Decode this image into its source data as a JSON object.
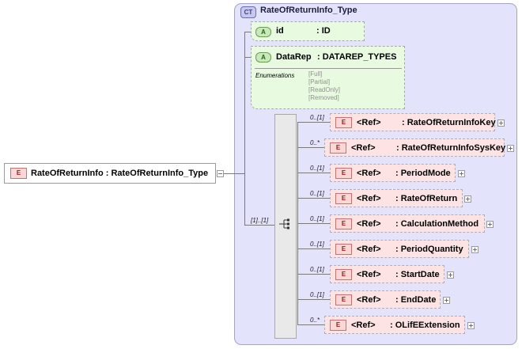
{
  "complex_type": {
    "badge": "CT",
    "name": "RateOfReturnInfo_Type"
  },
  "root_element": {
    "badge": "E",
    "label": "RateOfReturnInfo : RateOfReturnInfo_Type"
  },
  "attributes": [
    {
      "badge": "A",
      "name": "id",
      "type": ": ID"
    },
    {
      "badge": "A",
      "name": "DataRep",
      "type": ": DATAREP_TYPES",
      "enum_label": "Enumerations",
      "enumerations": [
        "[Full]",
        "[Partial]",
        "[ReadOnly]",
        "[Removed]"
      ]
    }
  ],
  "sequence": {
    "cardinality": "[1]..[1]"
  },
  "children": [
    {
      "badge": "E",
      "ref": "<Ref>",
      "name": ": RateOfReturnInfoKey",
      "cardinality": "0..[1]"
    },
    {
      "badge": "E",
      "ref": "<Ref>",
      "name": ": RateOfReturnInfoSysKey",
      "cardinality": "0..*"
    },
    {
      "badge": "E",
      "ref": "<Ref>",
      "name": ": PeriodMode",
      "cardinality": "0..[1]"
    },
    {
      "badge": "E",
      "ref": "<Ref>",
      "name": ": RateOfReturn",
      "cardinality": "0..[1]"
    },
    {
      "badge": "E",
      "ref": "<Ref>",
      "name": ": CalculationMethod",
      "cardinality": "0..[1]"
    },
    {
      "badge": "E",
      "ref": "<Ref>",
      "name": ": PeriodQuantity",
      "cardinality": "0..[1]"
    },
    {
      "badge": "E",
      "ref": "<Ref>",
      "name": ": StartDate",
      "cardinality": "0..[1]"
    },
    {
      "badge": "E",
      "ref": "<Ref>",
      "name": ": EndDate",
      "cardinality": "0..[1]"
    },
    {
      "badge": "E",
      "ref": "<Ref>",
      "name": ": OLifEExtension",
      "cardinality": "0..*"
    }
  ]
}
